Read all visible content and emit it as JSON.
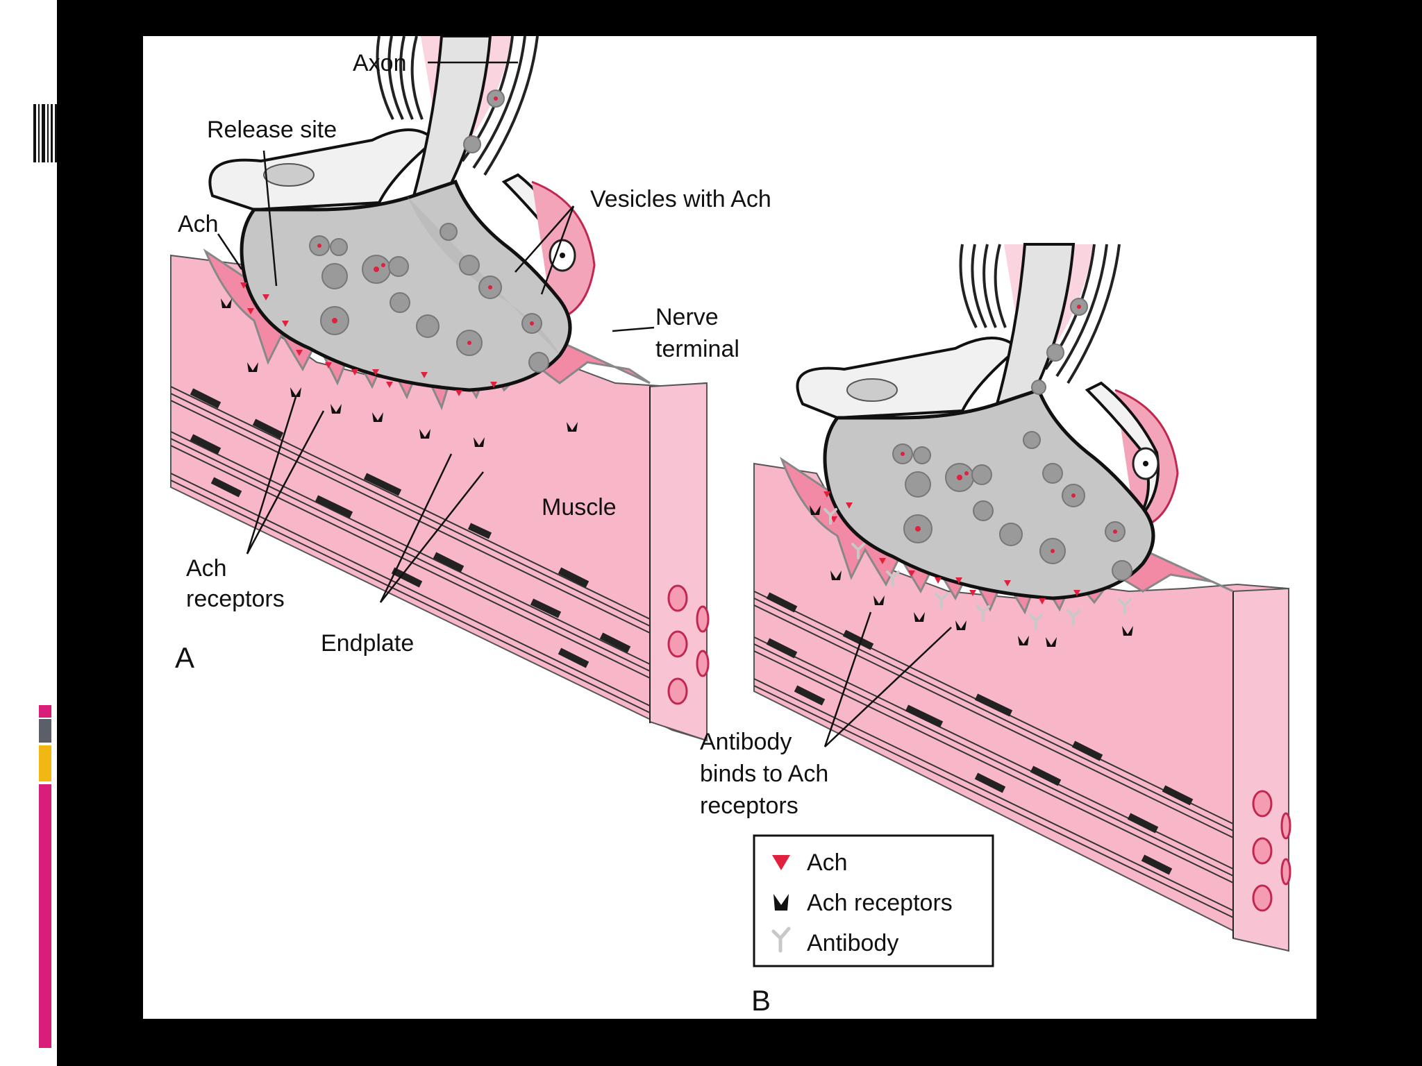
{
  "labels": {
    "axon": "Axon",
    "release_site": "Release site",
    "ach": "Ach",
    "vesicles": "Vesicles with Ach",
    "nerve_terminal_1": "Nerve",
    "nerve_terminal_2": "terminal",
    "muscle": "Muscle",
    "ach_receptors_1": "Ach",
    "ach_receptors_2": "receptors",
    "endplate": "Endplate",
    "panel_a": "A",
    "panel_b": "B",
    "antibody_1": "Antibody",
    "antibody_2": "binds to Ach",
    "antibody_3": "receptors"
  },
  "legend": {
    "items": [
      {
        "label": "Ach",
        "icon": "triangle-icon"
      },
      {
        "label": "Ach receptors",
        "icon": "receptor-icon"
      },
      {
        "label": "Antibody",
        "icon": "antibody-icon"
      }
    ]
  },
  "colors": {
    "muscle_pink": "#f7b7c8",
    "endplate_pink": "#f28aa5",
    "terminal_gray": "#b9b9b9",
    "ach_red": "#e0203f",
    "accent_magenta": "#d81e78",
    "accent_yellow": "#f1b813",
    "accent_gray": "#5a5f6a"
  }
}
